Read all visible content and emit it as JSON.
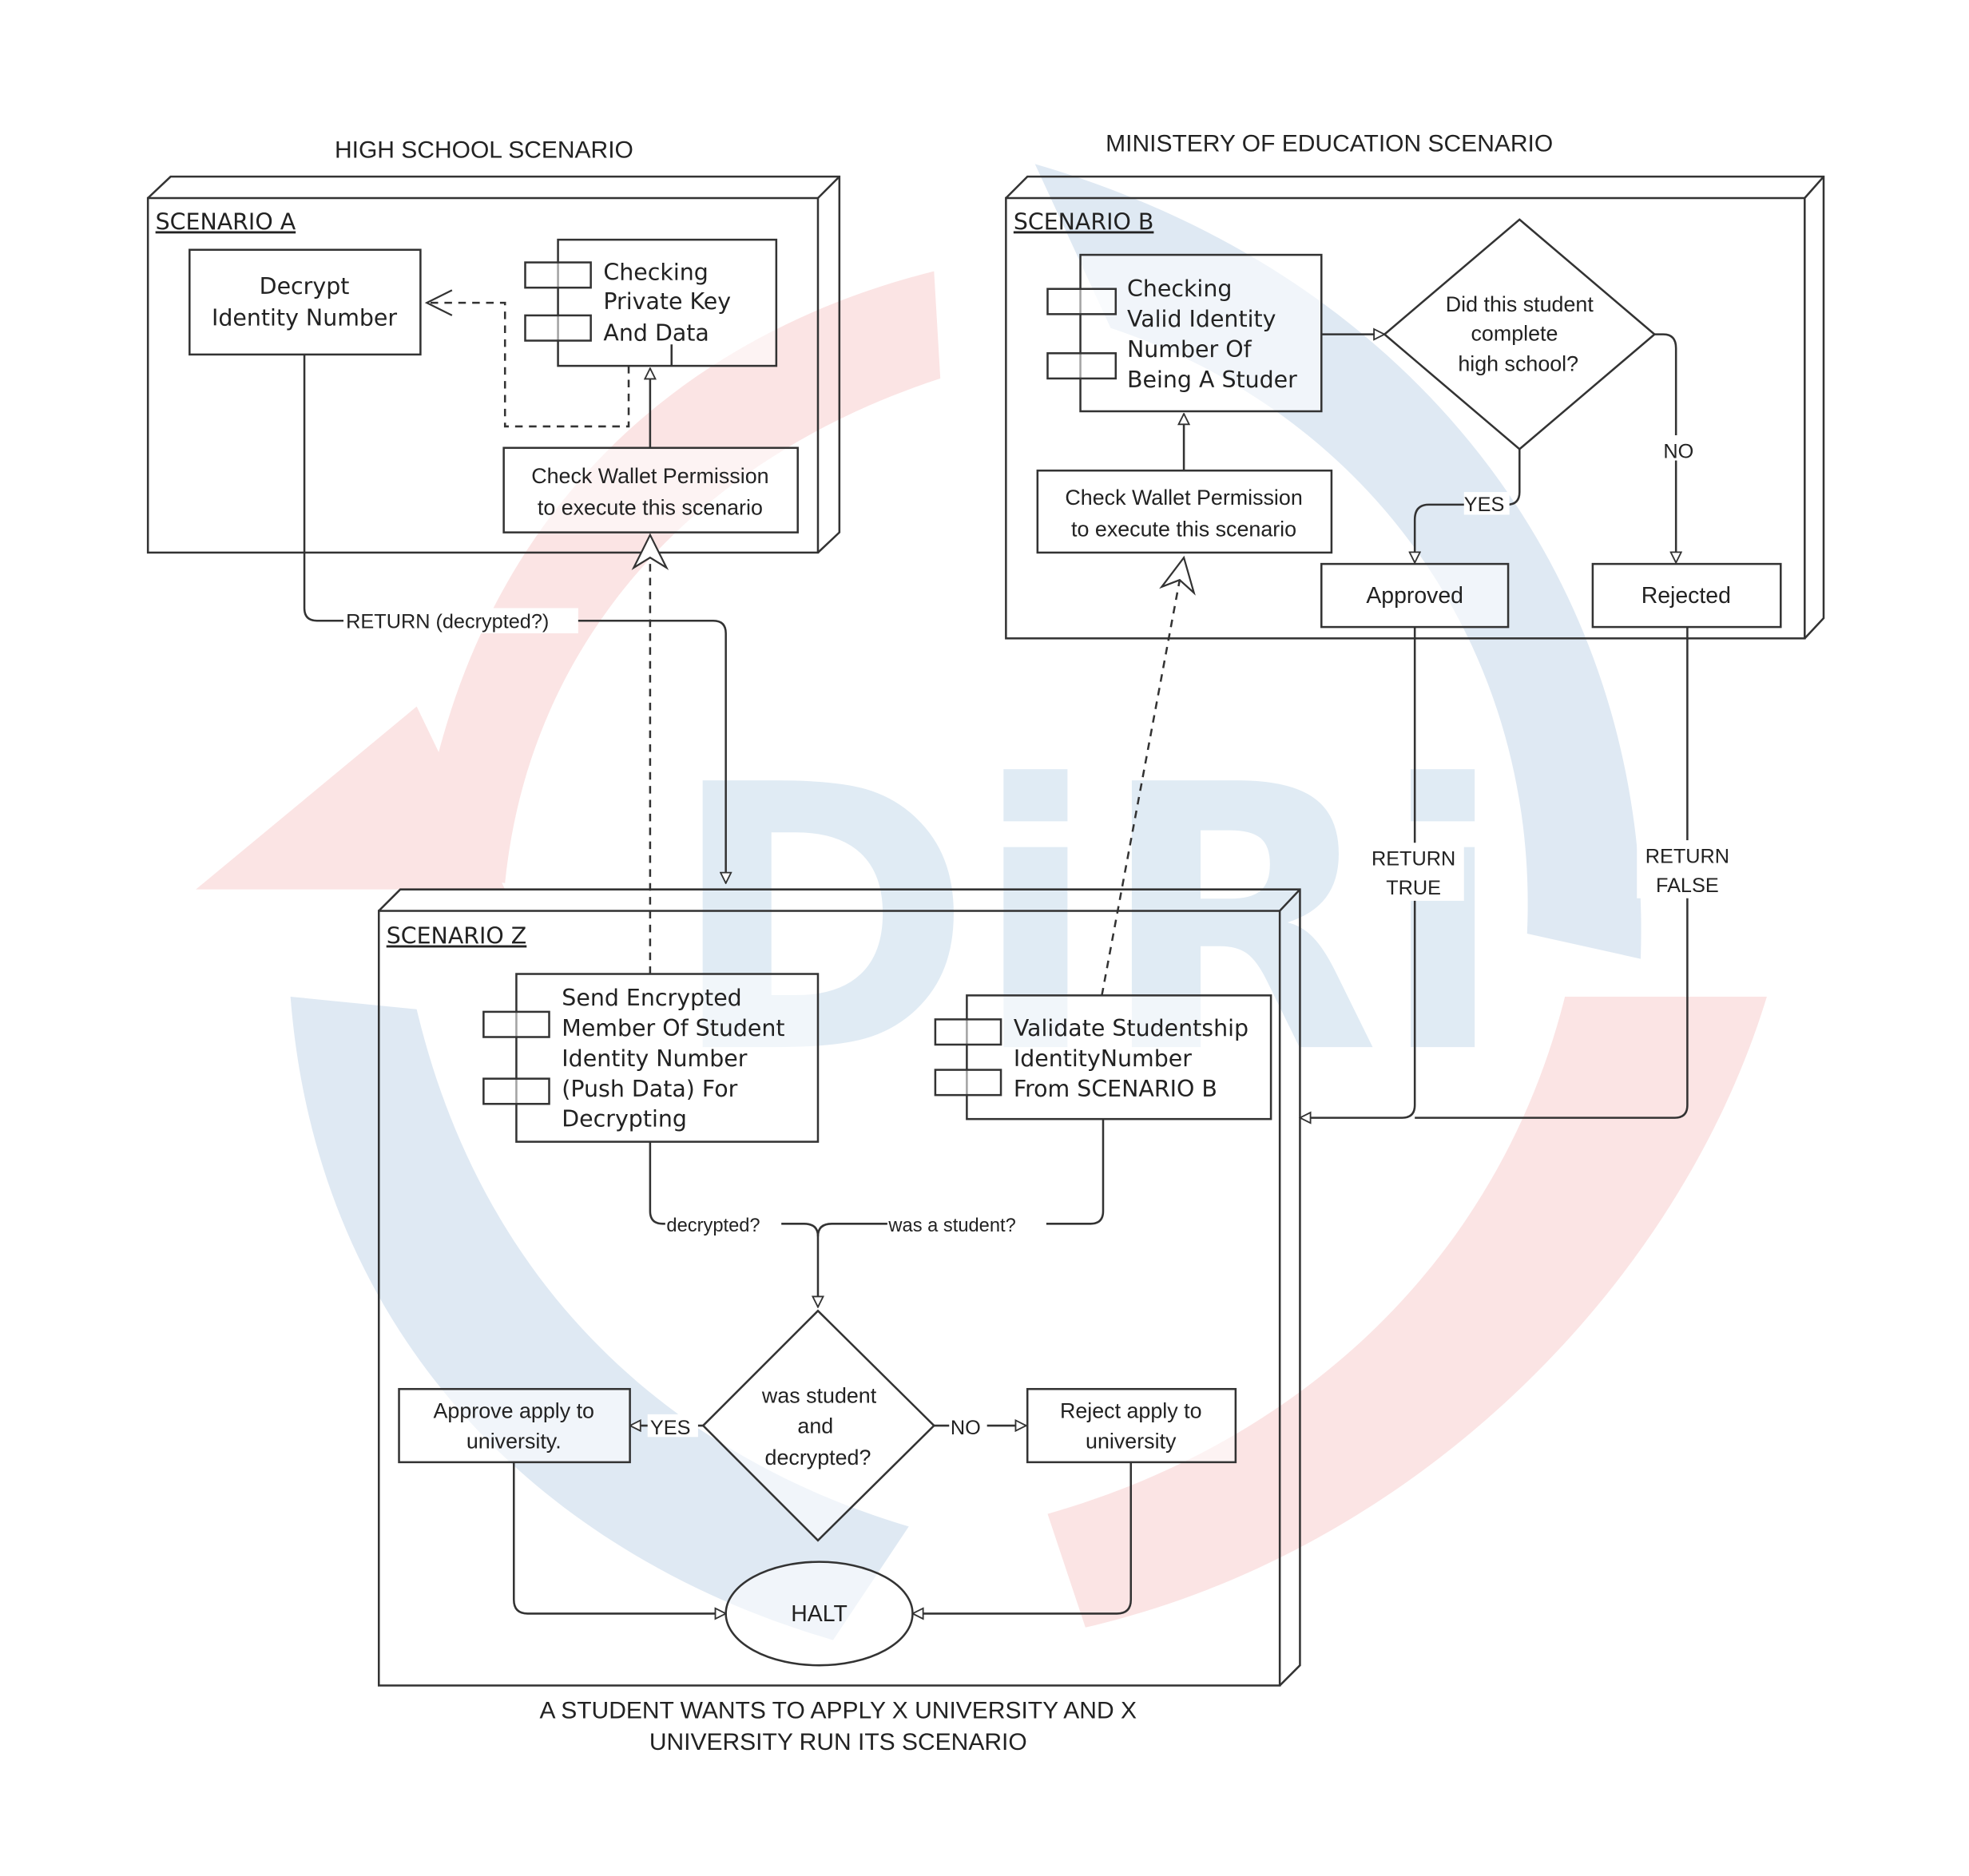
{
  "watermark": {
    "text": "DiRi",
    "colors": {
      "blue": "#dbe7f2",
      "red": "#fbe1e1"
    }
  },
  "scenario_a": {
    "caption": "HIGH SCHOOL SCENARIO",
    "title": "SCENARIO A",
    "decrypt_box": [
      "Decrypt",
      "Identity Number"
    ],
    "component": [
      "Checking",
      "Private Key",
      "And Data"
    ],
    "permission_box": [
      "Check Wallet Permission",
      "to execute this scenario"
    ]
  },
  "scenario_b": {
    "caption": "MINISTERY OF EDUCATION SCENARIO",
    "title": "SCENARIO B",
    "component": [
      "Checking",
      "Valid Identity",
      "Number Of",
      "Being A Studer"
    ],
    "decision": [
      "Did this student",
      "complete",
      "high school?"
    ],
    "yes_label": "YES",
    "no_label": "NO",
    "approved": "Approved",
    "rejected": "Rejected",
    "permission_box": [
      "Check Wallet Permission",
      "to execute this scenario"
    ]
  },
  "scenario_z": {
    "title": "SCENARIO Z",
    "send_component": [
      "Send Encrypted",
      "Member Of Student",
      "Identity Number",
      "(Push Data) For",
      "Decrypting"
    ],
    "validate_component": [
      "Validate Studentship",
      "IdentityNumber",
      "From SCENARIO B"
    ],
    "decrypted_label": "decrypted?",
    "was_student_label": "was a student?",
    "decision": [
      "was student",
      "and",
      "decrypted?"
    ],
    "yes_label": "YES",
    "no_label": "NO",
    "approve_box": [
      "Approve apply to",
      "university."
    ],
    "reject_box": [
      "Reject apply to",
      "university"
    ],
    "halt": "HALT",
    "caption": [
      "A STUDENT WANTS TO APPLY X UNIVERSITY AND X",
      "UNIVERSITY RUN ITS SCENARIO"
    ]
  },
  "connectors": {
    "return_decrypted": "RETURN (decrypted?)",
    "return_true": [
      "RETURN",
      "TRUE"
    ],
    "return_false": [
      "RETURN",
      "FALSE"
    ]
  }
}
